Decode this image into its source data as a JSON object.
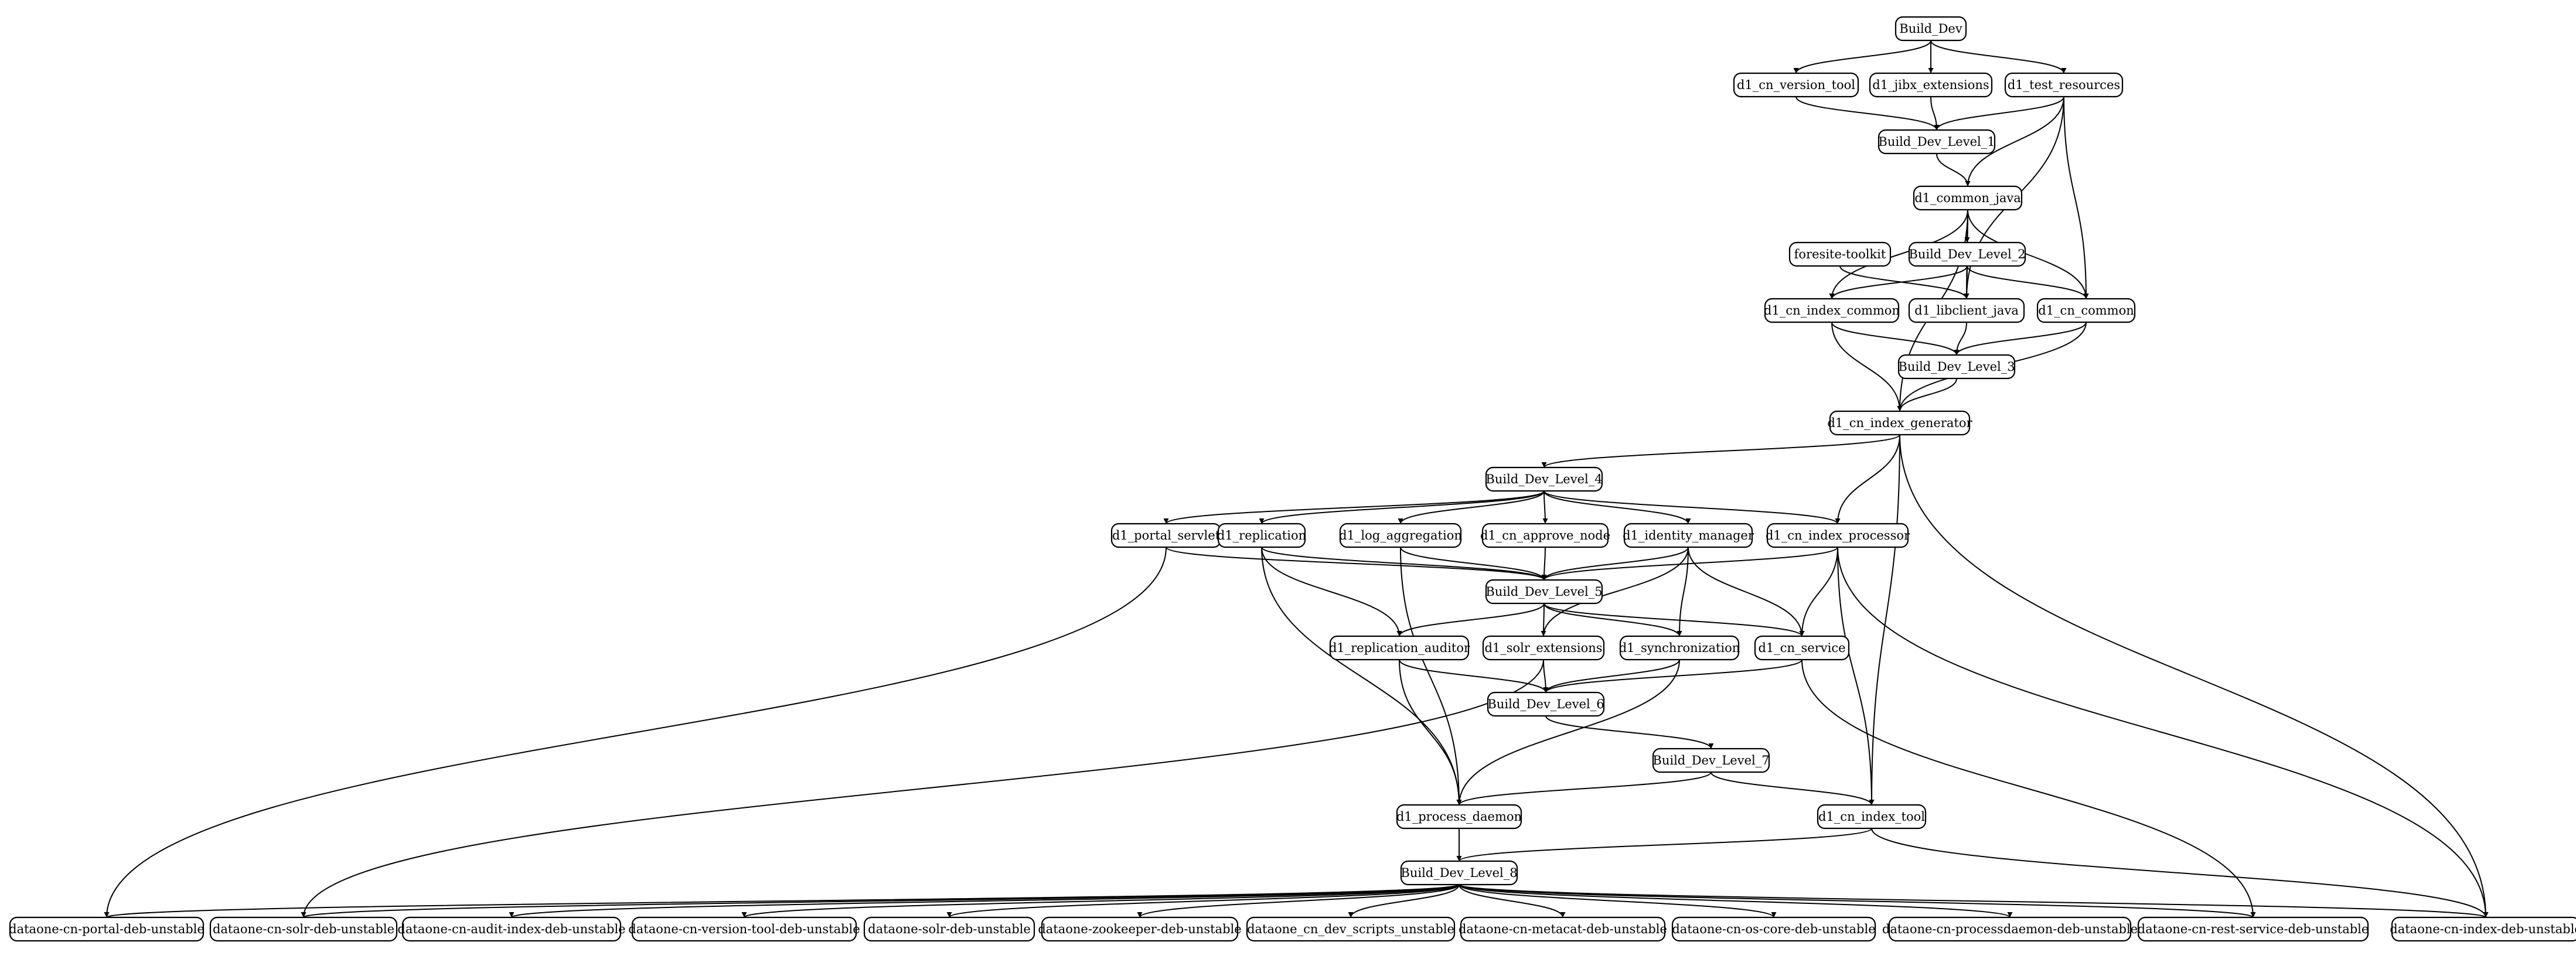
{
  "nodes": [
    {
      "id": "build_dev",
      "label": "Build_Dev"
    },
    {
      "id": "d1_cn_version_tool",
      "label": "d1_cn_version_tool"
    },
    {
      "id": "d1_jibx_extensions",
      "label": "d1_jibx_extensions"
    },
    {
      "id": "d1_test_resources",
      "label": "d1_test_resources"
    },
    {
      "id": "build_dev_level_1",
      "label": "Build_Dev_Level_1"
    },
    {
      "id": "d1_common_java",
      "label": "d1_common_java"
    },
    {
      "id": "foresite_toolkit",
      "label": "foresite-toolkit"
    },
    {
      "id": "build_dev_level_2",
      "label": "Build_Dev_Level_2"
    },
    {
      "id": "d1_cn_index_common",
      "label": "d1_cn_index_common"
    },
    {
      "id": "d1_libclient_java",
      "label": "d1_libclient_java"
    },
    {
      "id": "d1_cn_common",
      "label": "d1_cn_common"
    },
    {
      "id": "build_dev_level_3",
      "label": "Build_Dev_Level_3"
    },
    {
      "id": "d1_cn_index_generator",
      "label": "d1_cn_index_generator"
    },
    {
      "id": "build_dev_level_4",
      "label": "Build_Dev_Level_4"
    },
    {
      "id": "d1_portal_servlet",
      "label": "d1_portal_servlet"
    },
    {
      "id": "d1_replication",
      "label": "d1_replication"
    },
    {
      "id": "d1_log_aggregation",
      "label": "d1_log_aggregation"
    },
    {
      "id": "d1_cn_approve_node",
      "label": "d1_cn_approve_node"
    },
    {
      "id": "d1_identity_manager",
      "label": "d1_identity_manager"
    },
    {
      "id": "d1_cn_index_processor",
      "label": "d1_cn_index_processor"
    },
    {
      "id": "build_dev_level_5",
      "label": "Build_Dev_Level_5"
    },
    {
      "id": "d1_replication_auditor",
      "label": "d1_replication_auditor"
    },
    {
      "id": "d1_solr_extensions",
      "label": "d1_solr_extensions"
    },
    {
      "id": "d1_synchronization",
      "label": "d1_synchronization"
    },
    {
      "id": "d1_cn_service",
      "label": "d1_cn_service"
    },
    {
      "id": "build_dev_level_6",
      "label": "Build_Dev_Level_6"
    },
    {
      "id": "build_dev_level_7",
      "label": "Build_Dev_Level_7"
    },
    {
      "id": "d1_process_daemon",
      "label": "d1_process_daemon"
    },
    {
      "id": "d1_cn_index_tool",
      "label": "d1_cn_index_tool"
    },
    {
      "id": "build_dev_level_8",
      "label": "Build_Dev_Level_8"
    },
    {
      "id": "portal_deb",
      "label": "dataone-cn-portal-deb-unstable"
    },
    {
      "id": "solr_deb",
      "label": "dataone-cn-solr-deb-unstable"
    },
    {
      "id": "audit_index_deb",
      "label": "dataone-cn-audit-index-deb-unstable"
    },
    {
      "id": "version_tool_deb",
      "label": "dataone-cn-version-tool-deb-unstable"
    },
    {
      "id": "dataone_solr_deb",
      "label": "dataone-solr-deb-unstable"
    },
    {
      "id": "zookeeper_deb",
      "label": "dataone-zookeeper-deb-unstable"
    },
    {
      "id": "dev_scripts",
      "label": "dataone_cn_dev_scripts_unstable"
    },
    {
      "id": "metacat_deb",
      "label": "dataone-cn-metacat-deb-unstable"
    },
    {
      "id": "os_core_deb",
      "label": "dataone-cn-os-core-deb-unstable"
    },
    {
      "id": "processdaemon_deb",
      "label": "dataone-cn-processdaemon-deb-unstable"
    },
    {
      "id": "rest_service_deb",
      "label": "dataone-cn-rest-service-deb-unstable"
    },
    {
      "id": "index_deb",
      "label": "dataone-cn-index-deb-unstable"
    }
  ],
  "edges": [
    [
      "build_dev",
      "d1_cn_version_tool"
    ],
    [
      "build_dev",
      "d1_jibx_extensions"
    ],
    [
      "build_dev",
      "d1_test_resources"
    ],
    [
      "d1_cn_version_tool",
      "build_dev_level_1"
    ],
    [
      "d1_jibx_extensions",
      "build_dev_level_1"
    ],
    [
      "d1_test_resources",
      "build_dev_level_1"
    ],
    [
      "d1_test_resources",
      "d1_common_java"
    ],
    [
      "d1_test_resources",
      "d1_libclient_java"
    ],
    [
      "d1_test_resources",
      "d1_cn_common"
    ],
    [
      "build_dev_level_1",
      "d1_common_java"
    ],
    [
      "d1_common_java",
      "build_dev_level_2"
    ],
    [
      "d1_common_java",
      "d1_cn_index_common"
    ],
    [
      "d1_common_java",
      "d1_libclient_java"
    ],
    [
      "d1_common_java",
      "d1_cn_common"
    ],
    [
      "d1_common_java",
      "d1_cn_index_generator"
    ],
    [
      "foresite_toolkit",
      "d1_libclient_java"
    ],
    [
      "build_dev_level_2",
      "d1_cn_index_common"
    ],
    [
      "build_dev_level_2",
      "d1_libclient_java"
    ],
    [
      "build_dev_level_2",
      "d1_cn_common"
    ],
    [
      "d1_cn_index_common",
      "build_dev_level_3"
    ],
    [
      "d1_cn_index_common",
      "d1_cn_index_generator"
    ],
    [
      "d1_libclient_java",
      "build_dev_level_3"
    ],
    [
      "d1_cn_common",
      "build_dev_level_3"
    ],
    [
      "d1_cn_common",
      "d1_cn_index_generator"
    ],
    [
      "build_dev_level_3",
      "d1_cn_index_generator"
    ],
    [
      "d1_cn_index_generator",
      "build_dev_level_4"
    ],
    [
      "d1_cn_index_generator",
      "d1_cn_index_processor"
    ],
    [
      "d1_cn_index_generator",
      "d1_cn_index_tool"
    ],
    [
      "d1_cn_index_generator",
      "index_deb"
    ],
    [
      "build_dev_level_4",
      "d1_portal_servlet"
    ],
    [
      "build_dev_level_4",
      "d1_replication"
    ],
    [
      "build_dev_level_4",
      "d1_log_aggregation"
    ],
    [
      "build_dev_level_4",
      "d1_cn_approve_node"
    ],
    [
      "build_dev_level_4",
      "d1_identity_manager"
    ],
    [
      "build_dev_level_4",
      "d1_cn_index_processor"
    ],
    [
      "d1_portal_servlet",
      "build_dev_level_5"
    ],
    [
      "d1_portal_servlet",
      "portal_deb"
    ],
    [
      "d1_replication",
      "build_dev_level_5"
    ],
    [
      "d1_replication",
      "d1_replication_auditor"
    ],
    [
      "d1_replication",
      "d1_process_daemon"
    ],
    [
      "d1_log_aggregation",
      "build_dev_level_5"
    ],
    [
      "d1_log_aggregation",
      "d1_process_daemon"
    ],
    [
      "d1_cn_approve_node",
      "build_dev_level_5"
    ],
    [
      "d1_identity_manager",
      "build_dev_level_5"
    ],
    [
      "d1_identity_manager",
      "d1_solr_extensions"
    ],
    [
      "d1_identity_manager",
      "d1_synchronization"
    ],
    [
      "d1_identity_manager",
      "d1_cn_service"
    ],
    [
      "d1_cn_index_processor",
      "build_dev_level_5"
    ],
    [
      "d1_cn_index_processor",
      "d1_cn_service"
    ],
    [
      "d1_cn_index_processor",
      "d1_cn_index_tool"
    ],
    [
      "d1_cn_index_processor",
      "index_deb"
    ],
    [
      "build_dev_level_5",
      "d1_replication_auditor"
    ],
    [
      "build_dev_level_5",
      "d1_solr_extensions"
    ],
    [
      "build_dev_level_5",
      "d1_synchronization"
    ],
    [
      "build_dev_level_5",
      "d1_cn_service"
    ],
    [
      "d1_replication_auditor",
      "build_dev_level_6"
    ],
    [
      "d1_replication_auditor",
      "d1_process_daemon"
    ],
    [
      "d1_solr_extensions",
      "build_dev_level_6"
    ],
    [
      "d1_solr_extensions",
      "solr_deb"
    ],
    [
      "d1_synchronization",
      "build_dev_level_6"
    ],
    [
      "d1_synchronization",
      "d1_process_daemon"
    ],
    [
      "d1_cn_service",
      "build_dev_level_6"
    ],
    [
      "d1_cn_service",
      "rest_service_deb"
    ],
    [
      "build_dev_level_6",
      "build_dev_level_7"
    ],
    [
      "build_dev_level_7",
      "d1_process_daemon"
    ],
    [
      "build_dev_level_7",
      "d1_cn_index_tool"
    ],
    [
      "d1_process_daemon",
      "build_dev_level_8"
    ],
    [
      "d1_cn_index_tool",
      "build_dev_level_8"
    ],
    [
      "d1_cn_index_tool",
      "index_deb"
    ],
    [
      "build_dev_level_8",
      "portal_deb"
    ],
    [
      "build_dev_level_8",
      "solr_deb"
    ],
    [
      "build_dev_level_8",
      "audit_index_deb"
    ],
    [
      "build_dev_level_8",
      "version_tool_deb"
    ],
    [
      "build_dev_level_8",
      "dataone_solr_deb"
    ],
    [
      "build_dev_level_8",
      "zookeeper_deb"
    ],
    [
      "build_dev_level_8",
      "dev_scripts"
    ],
    [
      "build_dev_level_8",
      "metacat_deb"
    ],
    [
      "build_dev_level_8",
      "os_core_deb"
    ],
    [
      "build_dev_level_8",
      "processdaemon_deb"
    ],
    [
      "build_dev_level_8",
      "rest_service_deb"
    ],
    [
      "build_dev_level_8",
      "index_deb"
    ]
  ]
}
